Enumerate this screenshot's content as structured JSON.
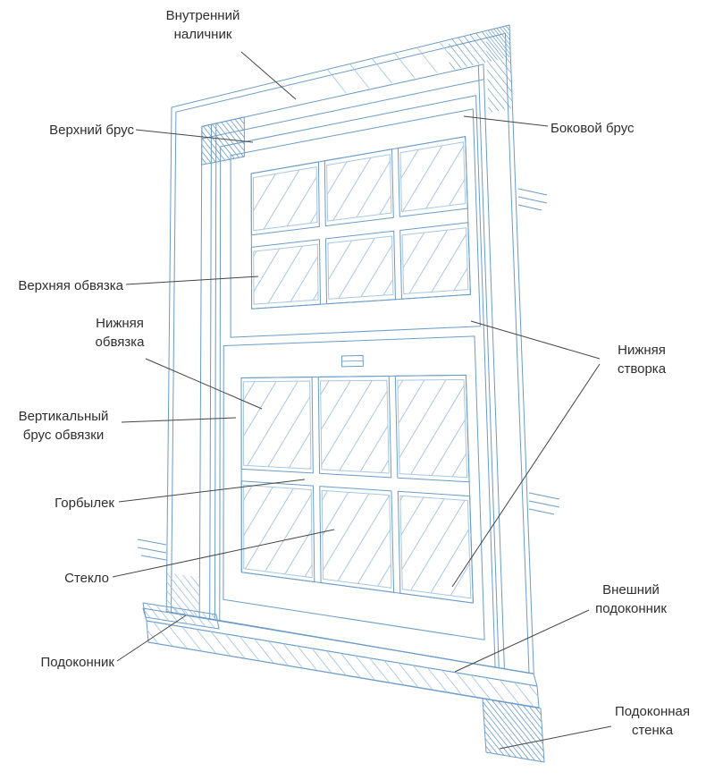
{
  "labels": {
    "inner_casing": "Внутренний наличник",
    "top_bar": "Верхний брус",
    "side_bar": "Боковой брус",
    "top_rail": "Верхняя обвязка",
    "bottom_rail": "Нижняя обвязка",
    "vertical_rail_bar": "Вертикальный брус обвязки",
    "muntin": "Горбылек",
    "glass": "Стекло",
    "sill": "Подоконник",
    "lower_sash": "Нижняя створка",
    "outer_sill": "Внешний подоконник",
    "sill_wall": "Подоконная стенка"
  },
  "colors": {
    "line": "#6a9cc9",
    "line_light": "#a9c7e1",
    "leader": "#454545",
    "label_text": "#2e2e2e",
    "background": "#ffffff"
  }
}
